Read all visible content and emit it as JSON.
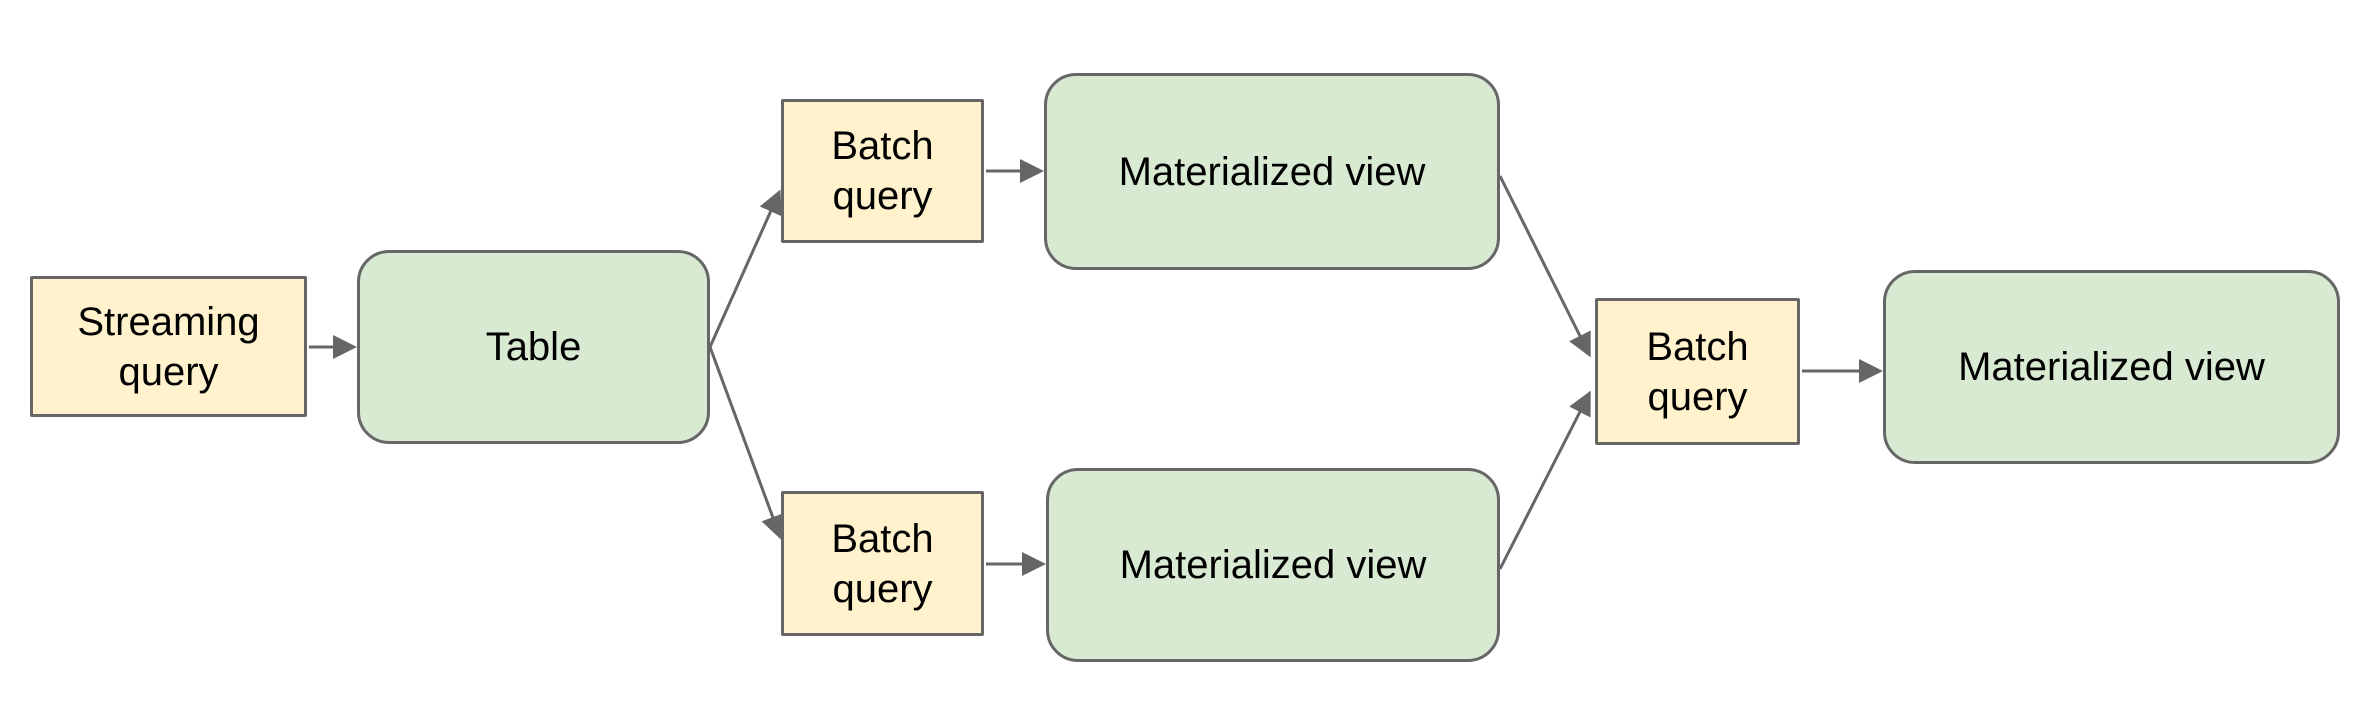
{
  "diagram": {
    "type": "flowchart",
    "direction": "left-to-right",
    "background": "#ffffff"
  },
  "colors": {
    "query_fill": "#fff2cc",
    "table_view_fill": "#d9ead3",
    "border": "#666666",
    "arrow": "#666666",
    "text": "#000000"
  },
  "nodes": {
    "streaming_query": {
      "label": "Streaming query",
      "shape": "rectangle",
      "fill": "#fff2cc"
    },
    "table": {
      "label": "Table",
      "shape": "rounded-rectangle",
      "fill": "#d9ead3"
    },
    "batch_query_top": {
      "label": "Batch query",
      "shape": "rectangle",
      "fill": "#fff2cc"
    },
    "materialized_view_top": {
      "label": "Materialized view",
      "shape": "rounded-rectangle",
      "fill": "#d9ead3"
    },
    "batch_query_bottom": {
      "label": "Batch query",
      "shape": "rectangle",
      "fill": "#fff2cc"
    },
    "materialized_view_bottom": {
      "label": "Materialized view",
      "shape": "rounded-rectangle",
      "fill": "#d9ead3"
    },
    "batch_query_merge": {
      "label": "Batch query",
      "shape": "rectangle",
      "fill": "#fff2cc"
    },
    "materialized_view_final": {
      "label": "Materialized view",
      "shape": "rounded-rectangle",
      "fill": "#d9ead3"
    }
  },
  "edges": [
    {
      "from": "streaming_query",
      "to": "table"
    },
    {
      "from": "table",
      "to": "batch_query_top"
    },
    {
      "from": "table",
      "to": "batch_query_bottom"
    },
    {
      "from": "batch_query_top",
      "to": "materialized_view_top"
    },
    {
      "from": "batch_query_bottom",
      "to": "materialized_view_bottom"
    },
    {
      "from": "materialized_view_top",
      "to": "batch_query_merge"
    },
    {
      "from": "materialized_view_bottom",
      "to": "batch_query_merge"
    },
    {
      "from": "batch_query_merge",
      "to": "materialized_view_final"
    }
  ]
}
